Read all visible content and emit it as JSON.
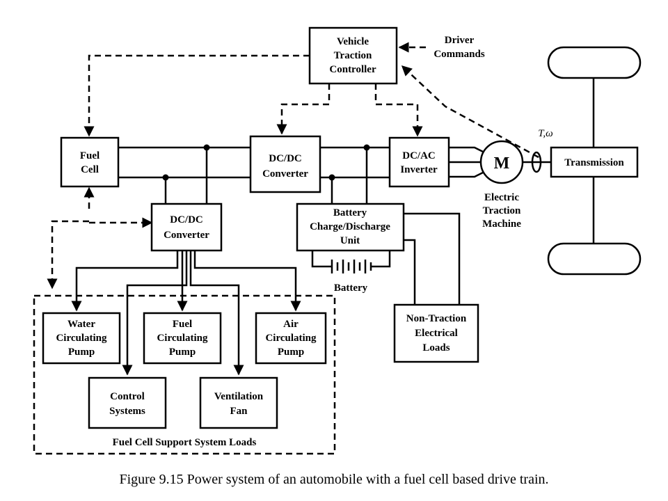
{
  "blocks": {
    "controller": [
      "Vehicle",
      "Traction",
      "Controller"
    ],
    "driver": [
      "Driver",
      "Commands"
    ],
    "fuel_cell": [
      "Fuel",
      "Cell"
    ],
    "dcdc_main": [
      "DC/DC",
      "Converter"
    ],
    "dcac": [
      "DC/AC",
      "Inverter"
    ],
    "motor_symbol": "M",
    "motor_label": [
      "Electric",
      "Traction",
      "Machine"
    ],
    "torque_speed": "T,ω",
    "transmission": "Transmission",
    "dcdc_aux": [
      "DC/DC",
      "Converter"
    ],
    "battery_unit": [
      "Battery",
      "Charge/Discharge",
      "Unit"
    ],
    "battery": "Battery",
    "non_traction": [
      "Non-Traction",
      "Electrical",
      "Loads"
    ],
    "water_pump": [
      "Water",
      "Circulating",
      "Pump"
    ],
    "fuel_pump": [
      "Fuel",
      "Circulating",
      "Pump"
    ],
    "air_pump": [
      "Air",
      "Circulating",
      "Pump"
    ],
    "control_systems": [
      "Control",
      "Systems"
    ],
    "ventilation_fan": [
      "Ventilation",
      "Fan"
    ],
    "support_loads": "Fuel Cell Support System Loads"
  },
  "caption": "Figure 9.15 Power system of an automobile with a fuel cell based drive train."
}
